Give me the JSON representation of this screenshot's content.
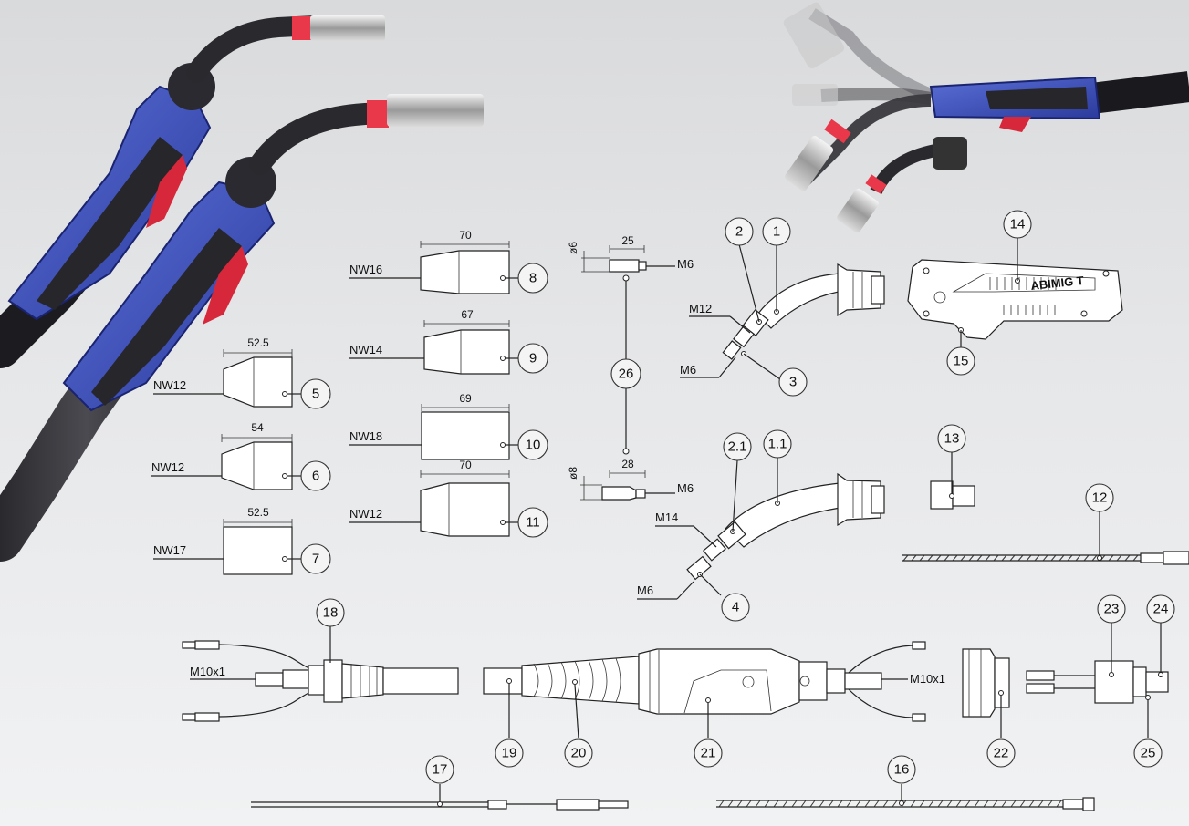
{
  "nozzles": [
    {
      "id": "5",
      "label": "NW12",
      "length": "52.5"
    },
    {
      "id": "6",
      "label": "NW12",
      "length": "54"
    },
    {
      "id": "7",
      "label": "NW17",
      "length": "52.5"
    },
    {
      "id": "8",
      "label": "NW16",
      "length": "70"
    },
    {
      "id": "9",
      "label": "NW14",
      "length": "67"
    },
    {
      "id": "10",
      "label": "NW18",
      "length": "69"
    },
    {
      "id": "11",
      "label": "NW12",
      "length": "70"
    }
  ],
  "contact_tips": {
    "upper": {
      "diameter": "ø6",
      "length": "25",
      "thread": "M6"
    },
    "lower": {
      "diameter": "ø8",
      "length": "28",
      "thread": "M6"
    },
    "callout": "26"
  },
  "neck_upper": {
    "threads": [
      "M12",
      "M6"
    ],
    "callouts": [
      "1",
      "2",
      "3"
    ]
  },
  "neck_lower": {
    "threads": [
      "M14",
      "M6"
    ],
    "callouts": [
      "1.1",
      "2.1",
      "4"
    ]
  },
  "handle": {
    "brand_text": "ABIMIG T",
    "callouts": [
      "14",
      "15"
    ]
  },
  "callouts_misc": [
    "12",
    "13",
    "16",
    "17",
    "18",
    "19",
    "20",
    "21",
    "22",
    "23",
    "24",
    "25"
  ],
  "connectors": {
    "left_thread": "M10x1",
    "right_thread": "M10x1"
  }
}
